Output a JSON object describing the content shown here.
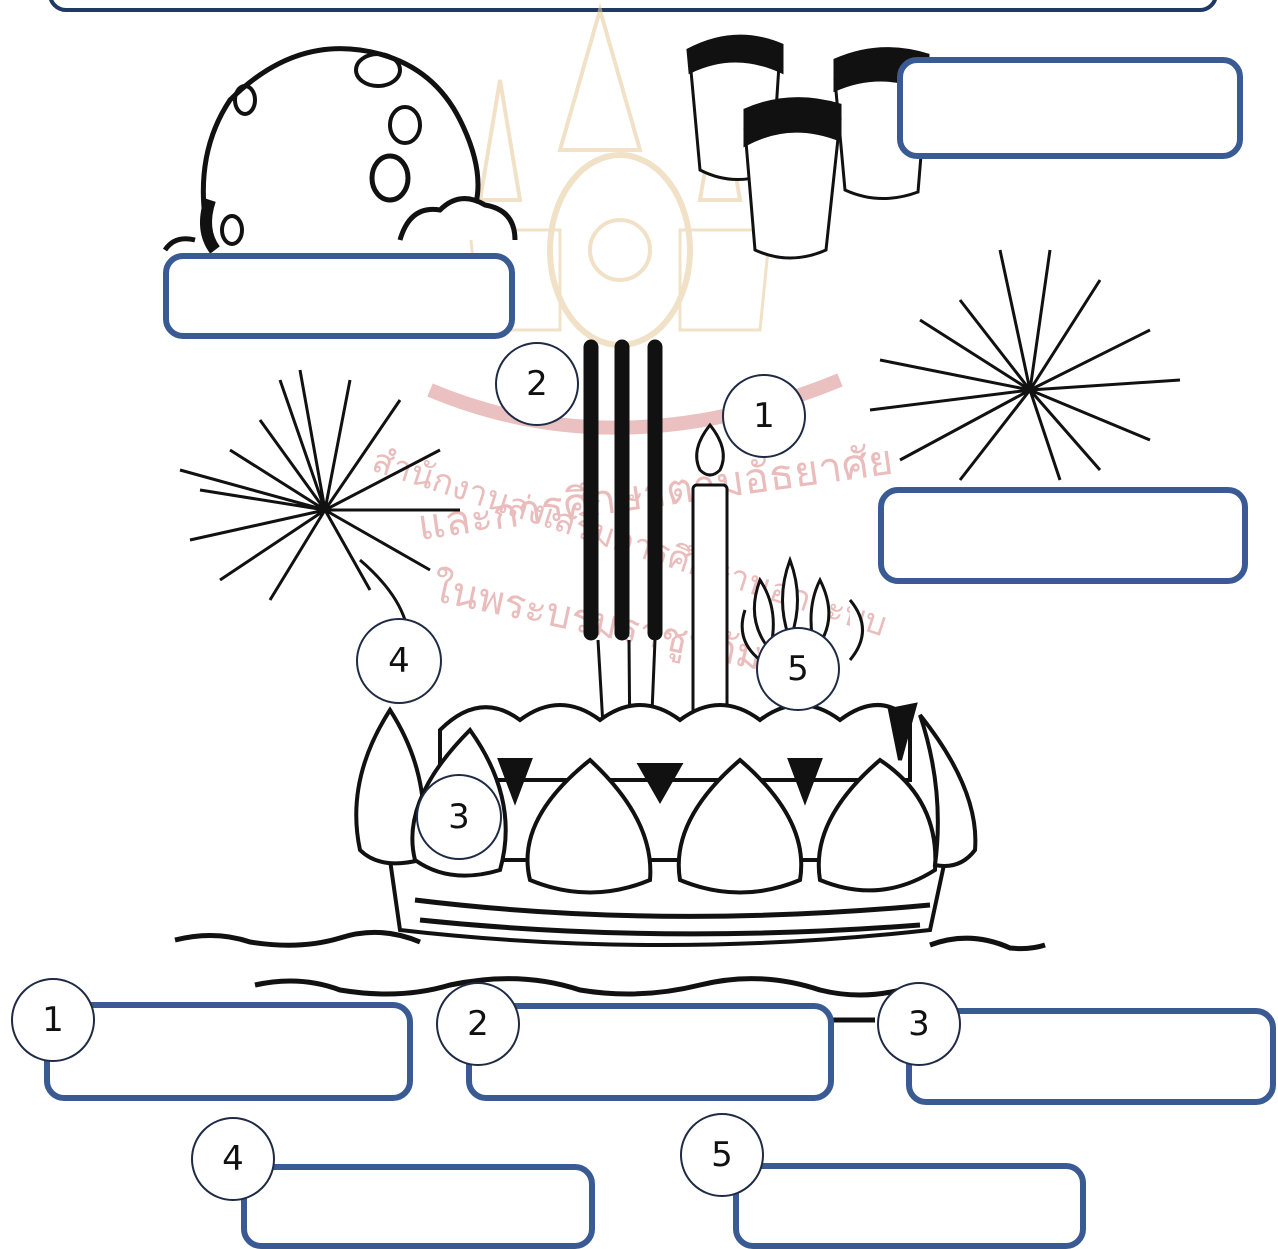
{
  "worksheet": {
    "watermark": {
      "lines": [
        "สำนักงานส่งเสริมการศึกษานอกระบบ",
        "และการศึกษาตามอัธยาศัย",
        "ในพระบรมราชูปถัมภ์"
      ]
    },
    "diagram_labels": [
      {
        "id": "candle",
        "number": "1"
      },
      {
        "id": "incense",
        "number": "2"
      },
      {
        "id": "lotus-petal",
        "number": "3"
      },
      {
        "id": "decoration",
        "number": "4"
      },
      {
        "id": "flower",
        "number": "5"
      }
    ],
    "answer_rows": [
      {
        "number": "1",
        "answer": ""
      },
      {
        "number": "2",
        "answer": ""
      },
      {
        "number": "3",
        "answer": ""
      },
      {
        "number": "4",
        "answer": ""
      },
      {
        "number": "5",
        "answer": ""
      }
    ],
    "scene_boxes": [
      {
        "id": "moon",
        "answer": ""
      },
      {
        "id": "lanterns",
        "answer": ""
      },
      {
        "id": "fireworks",
        "answer": ""
      }
    ],
    "colors": {
      "box_border": "#3a5a93",
      "top_bar_border": "#1f3864",
      "watermark_gold": "#e7c99a",
      "watermark_red": "#e3a6a6",
      "ink": "#111111"
    }
  }
}
